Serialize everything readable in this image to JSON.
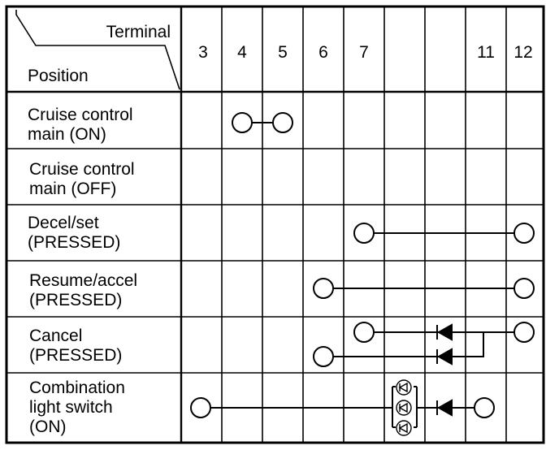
{
  "header": {
    "terminal_label": "Terminal",
    "position_label": "Position"
  },
  "terminals": [
    "3",
    "4",
    "5",
    "6",
    "7",
    "",
    "",
    "11",
    "12"
  ],
  "rows": [
    {
      "line1": "Cruise control",
      "line2": "main (ON)",
      "line3": ""
    },
    {
      "line1": "Cruise control",
      "line2": "main (OFF)",
      "line3": ""
    },
    {
      "line1": "Decel/set",
      "line2": "(PRESSED)",
      "line3": ""
    },
    {
      "line1": "Resume/accel",
      "line2": "(PRESSED)",
      "line3": ""
    },
    {
      "line1": "Cancel",
      "line2": "(PRESSED)",
      "line3": ""
    },
    {
      "line1": "Combination",
      "line2": "light switch",
      "line3": "(ON)"
    }
  ]
}
